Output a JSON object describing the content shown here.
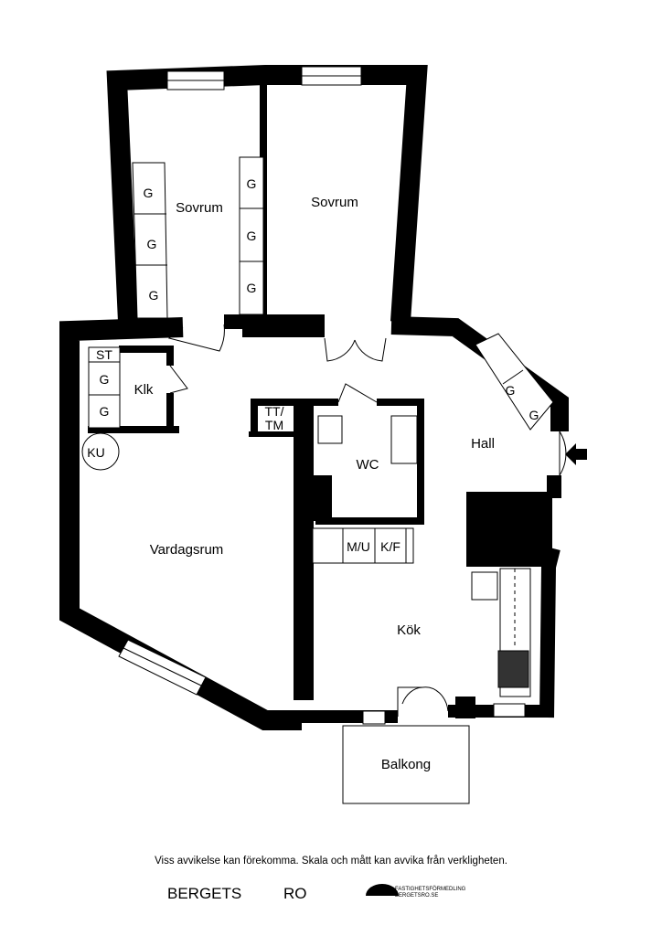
{
  "rooms": {
    "bedroom_left": "Sovrum",
    "bedroom_right": "Sovrum",
    "walkin": "Klk",
    "storage": "ST",
    "wardrobe": "G",
    "ku": "KU",
    "tt_tm_1": "TT/",
    "tt_tm_2": "TM",
    "wc": "WC",
    "hall": "Hall",
    "living": "Vardagsrum",
    "mu": "M/U",
    "kf": "K/F",
    "kitchen": "Kök",
    "balcony": "Balkong"
  },
  "footer": {
    "disclaimer": "Viss avvikelse kan förekomma. Skala och mått kan avvika från verkligheten.",
    "logo_left": "BERGETS",
    "logo_right": "RO",
    "tagline_1": "FASTIGHETSFÖRMEDLING",
    "tagline_2": "BERGETSRO.SE"
  },
  "colors": {
    "wall": "#000000",
    "background": "#ffffff"
  }
}
